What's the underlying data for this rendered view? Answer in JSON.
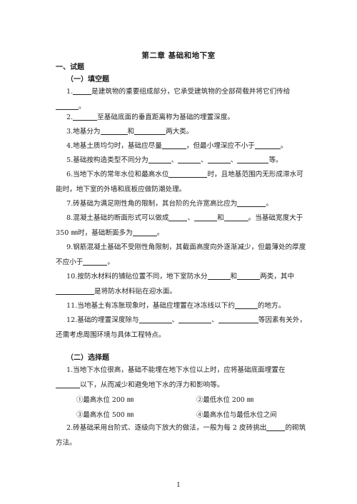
{
  "doc": {
    "title": "第二章   基础和地下室",
    "section1": "一、试题",
    "sub1": "（一）填空题",
    "sub2": "（二）选择题",
    "page_number": "1"
  },
  "q": {
    "q1a": "1.",
    "q1b": "是建筑物的重要组成部分，它承受建筑物的全部荷载并将它们传给",
    "q1c": "。",
    "q2a": "2.",
    "q2b": "至基础底面的垂直距离称为基础的埋置深度。",
    "q3a": "3.地基分为",
    "q3b": "和",
    "q3c": "两大类。",
    "q4a": "4.地基土质均匀时，基础应尽量",
    "q4b": "，但最小埋深应不小于",
    "q4c": "。",
    "q5a": "5.基础按构造类型不同分为",
    "q5b": "、",
    "q5c": "、",
    "q5d": "、",
    "q5e": "等。",
    "q6a": "6.当地下水的常年水位和最高水位",
    "q6b": "时，且地基范围内无形成滞水可能时，地下室的外墙和底板应做防潮处理。",
    "q7a": "7.砖基础为满足刚性角的限制，其台阶的允许宽高比应为",
    "q7b": "。",
    "q8a": "8.混凝土基础的断面形式可以做成",
    "q8b": "、",
    "q8c": "和",
    "q8d": "。当基础宽度大于 350 ㎜时，基础断面多为",
    "q8e": "。",
    "q9a": "9.钢筋混凝土基础不受刚性角限制，其截面高度向外逐渐减少，但最薄处的厚度不应小于",
    "q9b": "。",
    "q10a": "10.按防水材料的铺贴位置不同，地下室防水分",
    "q10b": "和",
    "q10c": "两类，其中",
    "q10d": "是将防水材料贴在迎水面。",
    "q11a": "11.当地基土有冻胀现象时，基础应埋置在冰冻线以下约",
    "q11b": "的地方。",
    "q12a": "12.基础的埋置深度除与",
    "q12b": "、",
    "q12c": "、",
    "q12d": "等因素有关外，还需考虑周围环境与具体工程特点。",
    "c1a": "1.当地下水位很高，基础不能埋在地下水位以上时，应将基础底面埋置在",
    "c1b": "以下，从而减少和避免地下水的浮力和影响等。",
    "opt1": "①最高水位 200 ㎜",
    "opt2": "②最低水位 200 ㎜",
    "opt3": "③最高水位 500 ㎜",
    "opt4": "④最高水位与最低水位之间",
    "c2a": "2.砖基础采用台阶式、逐级向下放大的做法，一般为每 2 皮砖挑出",
    "c2b": "的砌筑方法。"
  }
}
